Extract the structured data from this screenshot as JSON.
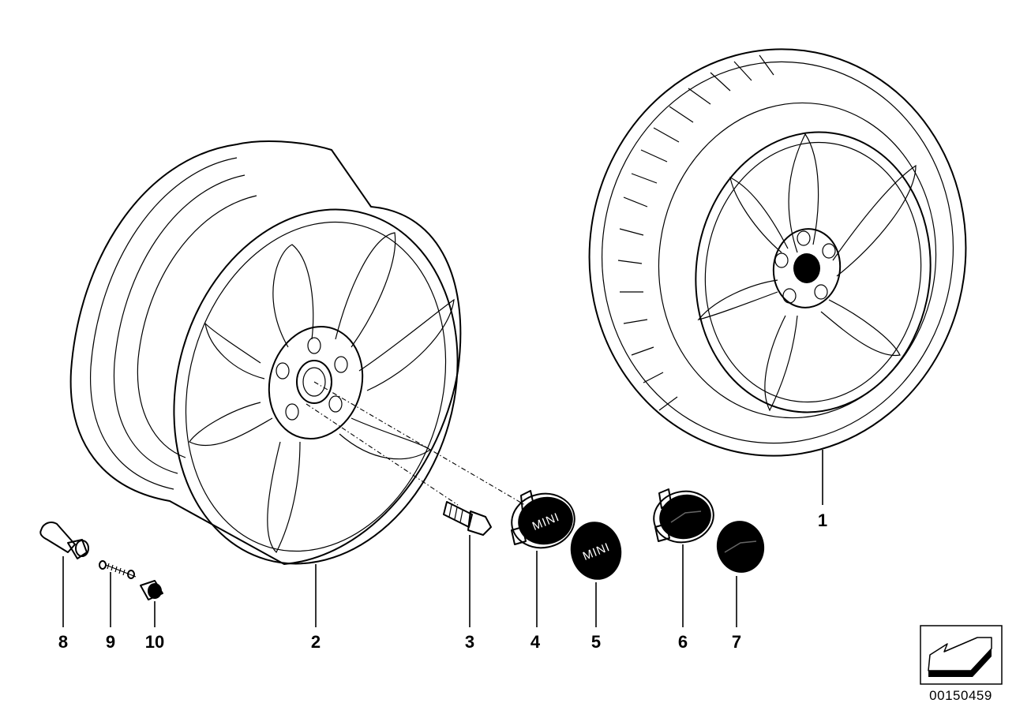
{
  "diagram": {
    "callouts": [
      "1",
      "2",
      "3",
      "4",
      "5",
      "6",
      "7",
      "8",
      "9",
      "10"
    ],
    "cap_brand_text": "MINI",
    "document_id": "00150459"
  }
}
